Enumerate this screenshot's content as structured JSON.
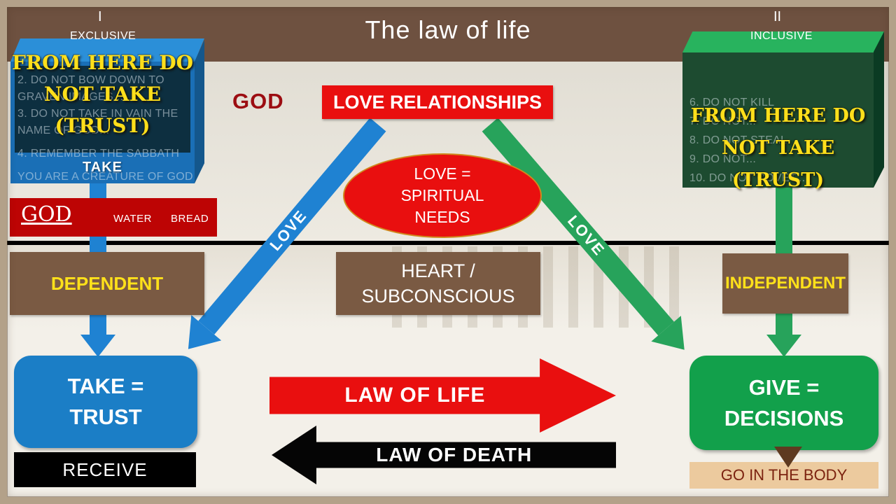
{
  "colors": {
    "header_brown": "#6e5140",
    "box_brown": "#7a5a43",
    "red": "#e90f0f",
    "blue": "#1b7ec6",
    "green": "#12a04b",
    "yellow": "#ffe11a",
    "tan": "#ecca9e",
    "frame": "#b3a189"
  },
  "header": {
    "title": "The law of life",
    "numeral_left": "I",
    "label_left": "EXCLUSIVE",
    "numeral_right": "II",
    "label_right": "INCLUSIVE"
  },
  "commandments_left": {
    "overlay_line1": "FROM HERE DO",
    "overlay_line2": "NOT TAKE",
    "overlay_line3": "(TRUST)",
    "items": [
      "2. DO NOT BOW DOWN TO",
      "GRAVEN IMAGES...",
      "3. DO NOT TAKE IN VAIN THE",
      "NAME OF GOD...",
      "4. REMEMBER THE SABBATH",
      "YOU ARE A CREATURE OF GOD"
    ],
    "take": "TAKE"
  },
  "commandments_right": {
    "overlay_line1": "FROM HERE DO",
    "overlay_line2": "NOT TAKE (TRUST)",
    "items": [
      "6. DO NOT KILL",
      "7. DO NOT...",
      "8. DO NOT STEAL",
      "9. DO NOT...",
      "10. DO NOT COVET..."
    ]
  },
  "god_bar": {
    "god": "GOD",
    "water": "WATER",
    "bread": "BREAD"
  },
  "center": {
    "god": "GOD",
    "love_relationships": "LOVE RELATIONSHIPS",
    "ellipse_line1": "LOVE =",
    "ellipse_line2": "SPIRITUAL",
    "ellipse_line3": "NEEDS",
    "heart_line1": "HEART /",
    "heart_line2": "SUBCONSCIOUS",
    "love_left": "LOVE",
    "love_right": "LOVE",
    "law_of_life": "LAW OF LIFE",
    "law_of_death": "LAW OF DEATH"
  },
  "row": {
    "dependent": "DEPENDENT",
    "independent": "INDEPENDENT"
  },
  "bottom_left": {
    "line1": "TAKE =",
    "line2": "TRUST",
    "receive": "RECEIVE"
  },
  "bottom_right": {
    "line1": "GIVE =",
    "line2": "DECISIONS",
    "go": "GO IN THE BODY"
  }
}
